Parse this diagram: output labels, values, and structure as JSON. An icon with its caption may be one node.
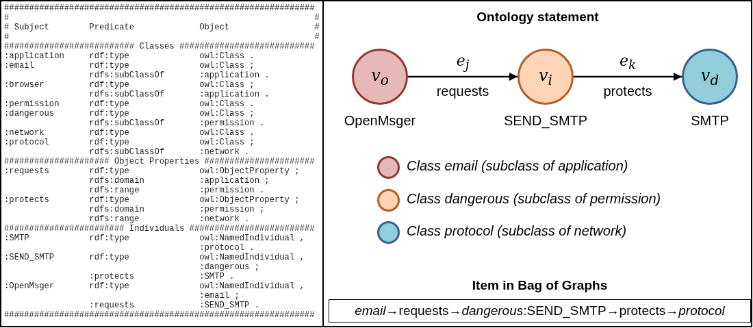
{
  "diagram": {
    "title": "Ontology statement",
    "nodes": [
      {
        "text": [
          "v$_{o}$"
        ],
        "beside": [
          "OpenMsger"
        ]
      },
      {
        "text": [
          "v$_{i}$"
        ],
        "beside": [
          "SEND_SMTP"
        ]
      },
      {
        "text": [
          "v$_{d}$"
        ],
        "beside": [
          "SMTP"
        ]
      },
      {
        "text": [
          "Item in Bag of Graphs",
          "*email*→requests→*dangerous*:SEND_SMTP→protects→*protocol*"
        ]
      }
    ],
    "edges": [
      {
        "from": 0,
        "to": 1,
        "arrow": "to",
        "label": "requests"
      },
      {
        "from": 1,
        "to": 2,
        "arrow": "to",
        "label": "protects"
      }
    ],
    "labels": [
      "##############################################################",
      "#                                                             #",
      "# Subject        Predicate             Object                 #",
      "#                                                             #",
      "########################## Classes ###########################",
      ":application     rdf:type              owl:Class .",
      ":email           rdf:type              owl:Class ;",
      "                 rdfs:subClassOf       :application .",
      ":browser         rdf:type              owl:Class ;",
      "                 rdfs:subClassOf       :application .",
      ":permission      rdf:type              owl:Class .",
      ":dangerous       rdf:type              owl:Class ;",
      "                 rdfs:subClassOf       :permission .",
      ":network         rdf:type              owl:Class .",
      ":protocol        rdf:type              owl:Class ;",
      "                 rdfs:subClassOf       :network .",
      "##################### Object Properties ######################",
      ":requests        rdf:type              owl:ObjectProperty ;",
      "                 rdfs:domain           :application ;",
      "                 rdfs:range            :permission .",
      ":protects        rdf:type              owl:ObjectProperty ;",
      "                 rdfs:domain           :permission ;",
      "                 rdfs:range            :network .",
      "######################## Individuals #########################",
      ":SMTP            rdf:type              owl:NamedIndividual ,",
      "                                       :protocol .",
      ":SEND_SMTP       rdf:type              owl:NamedIndividual ,",
      "                                       :dangerous ;",
      "                 :protects             :SMTP .",
      ":OpenMsger       rdf:type              owl:NamedIndividual ,",
      "                                       :email ;",
      "                 :requests             :SEND_SMTP .",
      "##############################################################",
      "e$_{j}$",
      "e$_{k}$"
    ],
    "legend": [
      {
        "text": "Class email (subclass of application)",
        "color": "#e6b8b7"
      },
      {
        "text": "Class dangerous (subclass of permission)",
        "color": "#fbd5b5"
      },
      {
        "text": "Class protocol (subclass of network)",
        "color": "#92cddc"
      }
    ]
  }
}
